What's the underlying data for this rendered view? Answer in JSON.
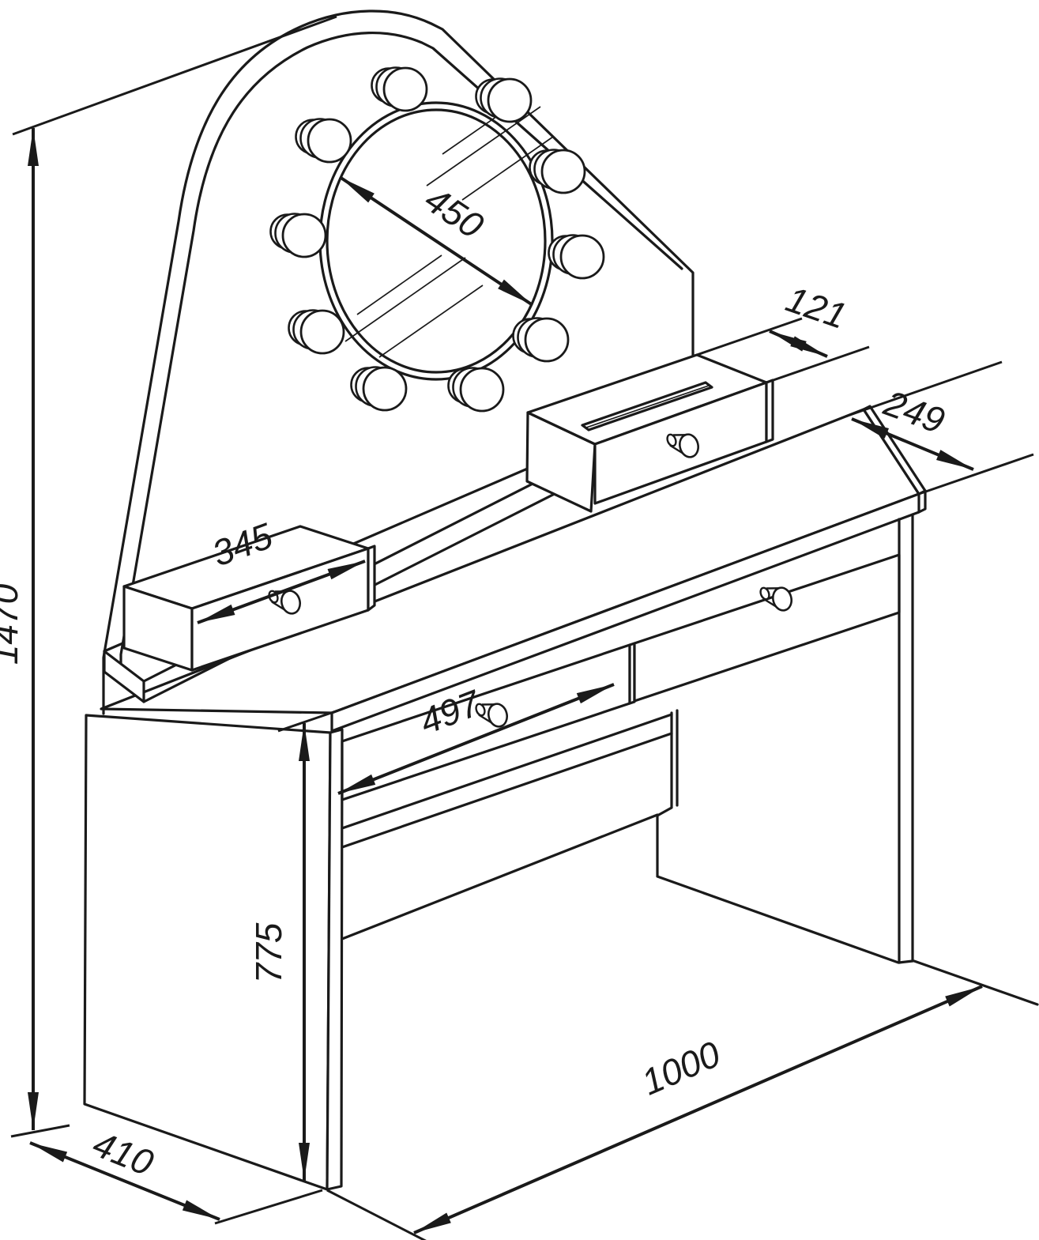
{
  "page": {
    "background": "#ffffff",
    "line_color": "#1a1a1a"
  },
  "dims": {
    "total_height": "1470",
    "mirror_diameter": "450",
    "top_drawer_depth": "121",
    "tabletop_end_depth": "249",
    "upper_drawer_width": "345",
    "center_drawer_width": "497",
    "worktop_height": "775",
    "base_depth": "410",
    "table_width": "1000"
  }
}
